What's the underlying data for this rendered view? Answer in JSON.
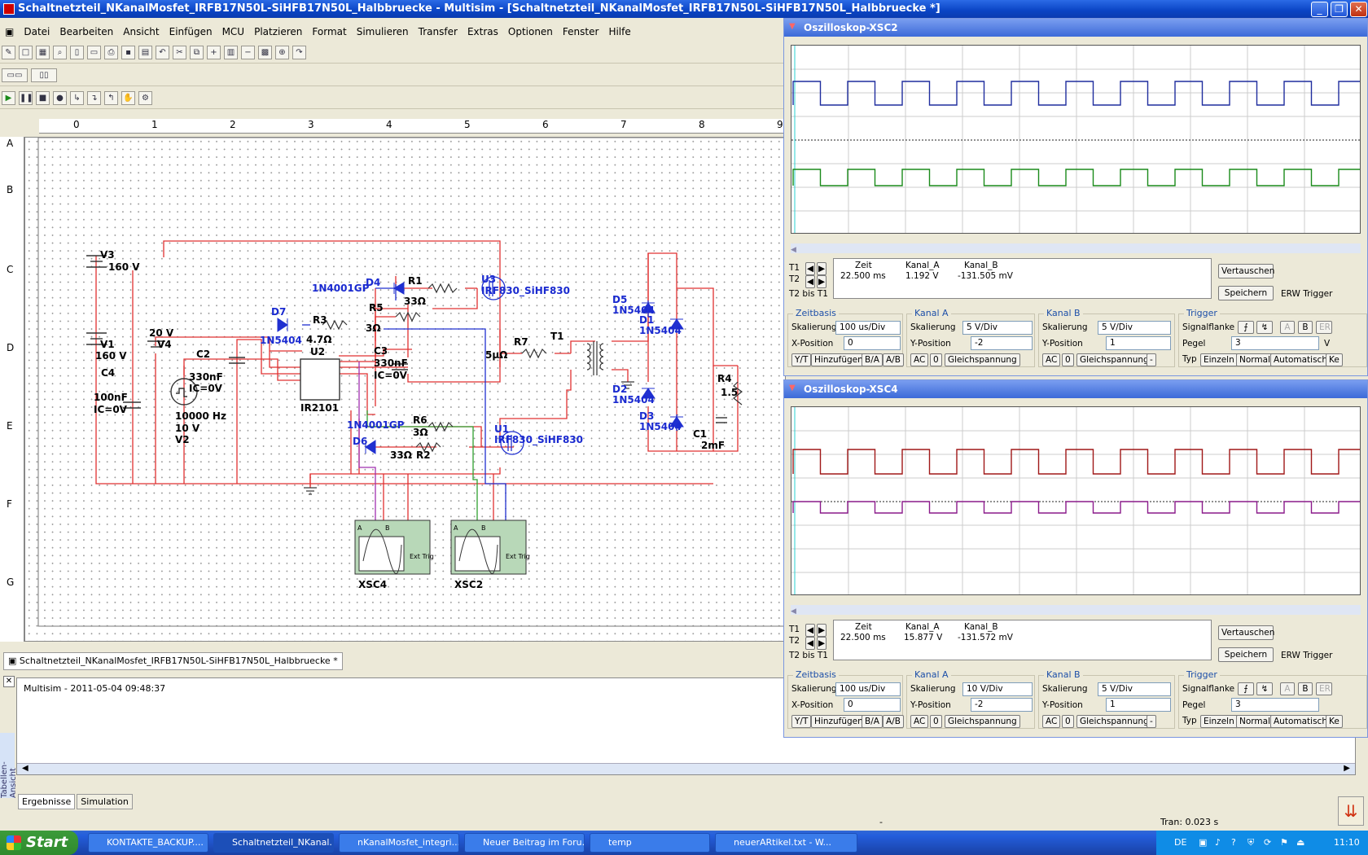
{
  "window": {
    "title": "Schaltnetzteil_NKanalMosfet_IRFB17N50L-SiHFB17N50L_Halbbruecke - Multisim - [Schaltnetzteil_NKanalMosfet_IRFB17N50L-SiHFB17N50L_Halbbruecke *]"
  },
  "menu": [
    "Datei",
    "Bearbeiten",
    "Ansicht",
    "Einfügen",
    "MCU",
    "Platzieren",
    "Format",
    "Simulieren",
    "Transfer",
    "Extras",
    "Optionen",
    "Fenster",
    "Hilfe"
  ],
  "ruler": {
    "cols": [
      "0",
      "1",
      "2",
      "3",
      "4",
      "5",
      "6",
      "7",
      "8",
      "9"
    ],
    "rows": [
      "A",
      "B",
      "C",
      "D",
      "E",
      "F",
      "G"
    ]
  },
  "schematic": {
    "V3": "V3",
    "V3_val": "160 V",
    "V1": "V1",
    "V1_val": "160 V",
    "C4": "C4",
    "C4_val": "100nF",
    "C4_ic": "IC=0V",
    "V4_val": "20 V",
    "V4": "V4",
    "C2": "C2",
    "C2_val": "330nF",
    "C2_ic": "IC=0V",
    "V2_freq": "10000 Hz",
    "V2_amp": "10 V",
    "V2": "V2",
    "D7": "D7",
    "D7_val": "1N5404",
    "R3": "R3",
    "R3_val": "4.7Ω",
    "U2": "U2",
    "U2_val": "IR2101",
    "D4_type": "1N4001GP",
    "D4": "D4",
    "R1": "R1",
    "R1_val": "33Ω",
    "R5": "R5",
    "R5_val": "3Ω",
    "C3": "C3",
    "C3_val": "330nF",
    "C3_ic": "IC=0V",
    "U3": "U3",
    "U3_val": "IRF830_SiHF830",
    "R7": "R7",
    "R7_val": "5μΩ",
    "T1": "T1",
    "D5": "D5",
    "D5_val": "1N5404",
    "D1": "D1",
    "D1_val": "1N5404",
    "D2": "D2",
    "D2_val": "1N5404",
    "D3": "D3",
    "D3_val": "1N5404",
    "C1": "C1",
    "C1_val": "2mF",
    "R4": "R4",
    "R4_val": "1.5",
    "D6_type": "1N4001GP",
    "D6": "D6",
    "R6": "R6",
    "R6_val": "3Ω",
    "R2": "R2",
    "R2_val": "33Ω",
    "U1": "U1",
    "U1_val": "IRF830_SiHF830",
    "XSC4": "XSC4",
    "XSC2": "XSC2",
    "scope_A": "A",
    "scope_B": "B",
    "scope_ext": "Ext Trig"
  },
  "doc_tab": "Schaltnetzteil_NKanalMosfet_IRFB17N50L-SiHFB17N50L_Halbbruecke *",
  "results": {
    "line": "Multisim  -  2011-05-04 09:48:37",
    "tabs": [
      "Ergebnisse",
      "Simulation"
    ],
    "side_label": "Tabellen-Ansicht"
  },
  "status": {
    "dash": "-",
    "tran": "Tran: 0.023 s"
  },
  "colors": {
    "chA_xsc2": "#1f2d9e",
    "chB_xsc2": "#1a8a1a",
    "chA_xsc4": "#a01818",
    "chB_xsc4": "#8a1a8a"
  },
  "osc_xsc2": {
    "title": "Oszilloskop-XSC2",
    "t1": "T1",
    "t2": "T2",
    "t2bis": "T2 bis T1",
    "hdr_zeit": "Zeit",
    "hdr_a": "Kanal_A",
    "hdr_b": "Kanal_B",
    "zeit": "22.500 ms",
    "kanal_a": "1.192 V",
    "kanal_b": "-131.505 mV",
    "btn_swap": "Vertauschen",
    "btn_save": "Speichern",
    "erw": "ERW Trigger",
    "zeitbasis": "Zeitbasis",
    "skal_lbl": "Skalierung",
    "skal": "100 us/Div",
    "xpos_lbl": "X-Position",
    "xpos": "0",
    "kanal_a_t": "Kanal A",
    "a_skal": "5  V/Div",
    "ypos_lbl": "Y-Position",
    "a_ypos": "-2",
    "kanal_b_t": "Kanal B",
    "b_skal": "5  V/Div",
    "b_ypos": "1",
    "trigger": "Trigger",
    "flanke": "Signalflanke",
    "pegel_lbl": "Pegel",
    "pegel": "3",
    "typ": "Typ",
    "yt": "Y/T",
    "hinzu": "Hinzufügen",
    "ba": "B/A",
    "ab": "A/B",
    "ac": "AC",
    "zero": "0",
    "gleich": "Gleichspannung",
    "minus": "-",
    "single": "Einzeln",
    "normal": "Normal",
    "auto": "Automatisch",
    "ke": "Ke",
    "tA": "A",
    "tB": "B",
    "tER": "ER",
    "pegel_unit": "V"
  },
  "osc_xsc4": {
    "title": "Oszilloskop-XSC4",
    "t1": "T1",
    "t2": "T2",
    "t2bis": "T2 bis T1",
    "hdr_zeit": "Zeit",
    "hdr_a": "Kanal_A",
    "hdr_b": "Kanal_B",
    "zeit": "22.500 ms",
    "kanal_a": "15.877 V",
    "kanal_b": "-131.572 mV",
    "btn_swap": "Vertauschen",
    "btn_save": "Speichern",
    "erw": "ERW Trigger",
    "zeitbasis": "Zeitbasis",
    "skal_lbl": "Skalierung",
    "skal": "100 us/Div",
    "xpos_lbl": "X-Position",
    "xpos": "0",
    "kanal_a_t": "Kanal A",
    "a_skal": "10  V/Div",
    "ypos_lbl": "Y-Position",
    "a_ypos": "-2",
    "kanal_b_t": "Kanal B",
    "b_skal": "5  V/Div",
    "b_ypos": "1",
    "trigger": "Trigger",
    "flanke": "Signalflanke",
    "pegel_lbl": "Pegel",
    "pegel": "3",
    "typ": "Typ",
    "yt": "Y/T",
    "hinzu": "Hinzufügen",
    "ba": "B/A",
    "ab": "A/B",
    "ac": "AC",
    "zero": "0",
    "gleich": "Gleichspannung",
    "minus": "-",
    "single": "Einzeln",
    "normal": "Normal",
    "auto": "Automatisch",
    "ke": "Ke",
    "tA": "A",
    "tB": "B",
    "tER": "ER"
  },
  "taskbar": {
    "start": "Start",
    "items": [
      "KONTAKTE_BACKUP....",
      "Schaltnetzteil_NKanal...",
      "nKanalMosfet_integri...",
      "Neuer Beitrag im Foru...",
      "temp",
      "neuerARtikel.txt - W..."
    ],
    "lang": "DE",
    "time": "11:10"
  }
}
